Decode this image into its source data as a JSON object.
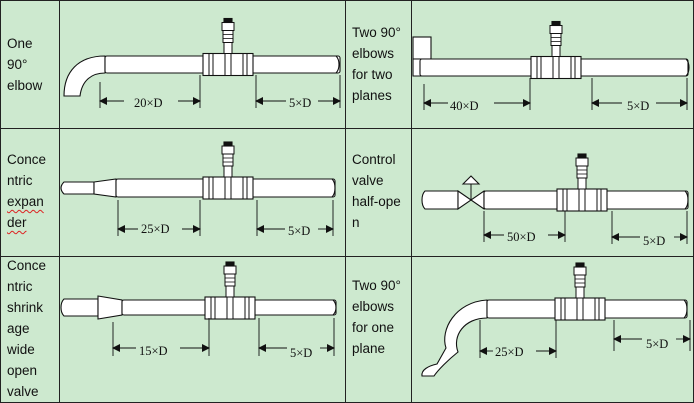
{
  "colors": {
    "cell_bg": "#cde9cf",
    "grid_line": "#222222",
    "pipe_line": "#111111",
    "pipe_fill": "#ffffff"
  },
  "rows": [
    [
      {
        "label_lines": [
          "One",
          "90°",
          "elbow"
        ],
        "upstream": "20×D",
        "downstream": "5×D"
      },
      {
        "label_lines": [
          "Two 90°",
          "elbows",
          "for  two",
          "planes"
        ],
        "upstream": "40×D",
        "downstream": "5×D"
      }
    ],
    [
      {
        "label_lines": [
          "Conce",
          "ntric",
          "expan",
          "der"
        ],
        "upstream": "25×D",
        "downstream": "5×D"
      },
      {
        "label_lines": [
          "Control",
          "valve",
          "half-ope",
          "n"
        ],
        "upstream": "50×D",
        "downstream": "5×D"
      }
    ],
    [
      {
        "label_lines": [
          "Conce",
          "ntric",
          "shrink",
          "age",
          "wide",
          "open",
          "valve"
        ],
        "upstream": "15×D",
        "downstream": "5×D"
      },
      {
        "label_lines": [
          "Two 90°",
          "elbows",
          "for  one",
          "plane"
        ],
        "upstream": "25×D",
        "downstream": "5×D"
      }
    ]
  ]
}
